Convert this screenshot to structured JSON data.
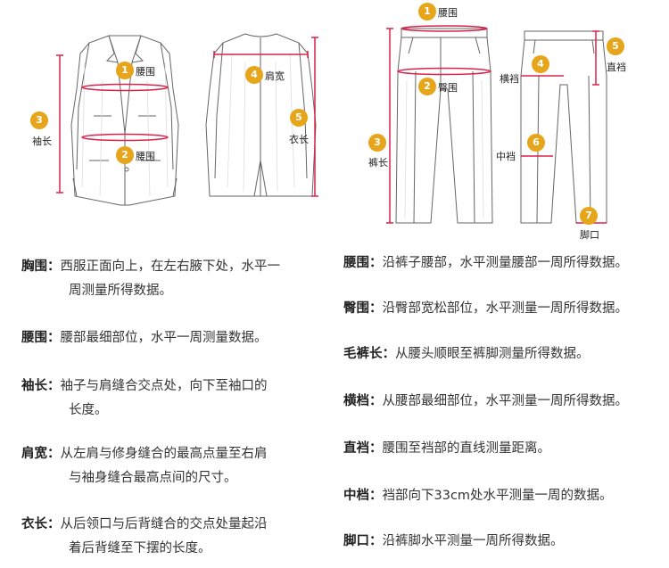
{
  "jacket": {
    "labels": {
      "1": {
        "num": "1",
        "text": "腰围"
      },
      "2": {
        "num": "2",
        "text": "腰围"
      },
      "3": {
        "num": "3",
        "text": "袖长"
      },
      "4": {
        "num": "4",
        "text": "肩宽"
      },
      "5": {
        "num": "5",
        "text": "衣长"
      }
    }
  },
  "pants": {
    "labels": {
      "1": {
        "num": "1",
        "text": "腰围"
      },
      "2": {
        "num": "2",
        "text": "臀围"
      },
      "3": {
        "num": "3",
        "text": "裤长"
      },
      "4": {
        "num": "4",
        "text": "横裆"
      },
      "5": {
        "num": "5",
        "text": "直裆"
      },
      "6": {
        "num": "6",
        "text": "中裆"
      },
      "7": {
        "num": "7",
        "text": "脚口"
      }
    }
  },
  "left_descriptions": [
    {
      "term": "胸围：",
      "line1": "西服正面向上，在左右腋下处，水平一",
      "line2": "周测量所得数据。"
    },
    {
      "term": "腰围：",
      "line1": "腰部最细部位，水平一周测量数据。",
      "line2": ""
    },
    {
      "term": "袖长：",
      "line1": "袖子与肩缝合交点处，向下至袖口的",
      "line2": "长度。"
    },
    {
      "term": "肩宽：",
      "line1": "从左肩与修身缝合的最高点量至右肩",
      "line2": "与袖身缝合最高点间的尺寸。"
    },
    {
      "term": "衣长：",
      "line1": "从后领口与后背缝合的交点处量起沿",
      "line2": "着后背缝至下摆的长度。"
    }
  ],
  "right_descriptions": [
    {
      "term": "腰围：",
      "text": "沿裤子腰部，水平测量腰部一周所得数据。"
    },
    {
      "term": "臀围：",
      "text": "沿臀部宽松部位，水平测量一周所得数据。"
    },
    {
      "term": "毛裤长：",
      "text": "从腰头顺眼至裤脚测量所得数据。"
    },
    {
      "term": "横档：",
      "text": "从腰部最细部位，水平测量一周所得数据。"
    },
    {
      "term": "直裆：",
      "text": "腰围至裆部的直线测量距离。"
    },
    {
      "term": "中档：",
      "text": "裆部向下33cm处水平测量一周的数据。"
    },
    {
      "term": "脚口：",
      "text": "沿裤脚水平测量一周所得数据。"
    }
  ],
  "colors": {
    "accent": "#e7a51c",
    "measure": "#d9234a",
    "line": "#555555"
  }
}
